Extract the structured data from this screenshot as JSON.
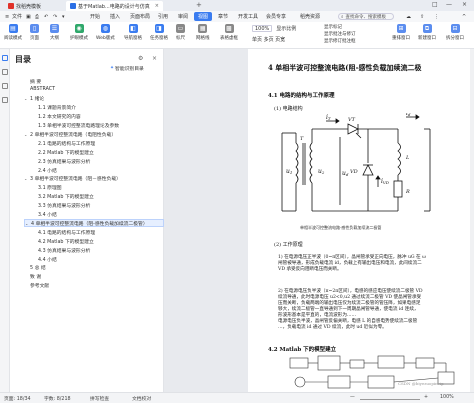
{
  "tabs": [
    {
      "label": "找稻壳模板",
      "icon_color": "#e0312a",
      "active": false
    },
    {
      "label": "基于Matlab...电路的设计与仿真",
      "icon_color": "#2b6fe5",
      "active": true
    }
  ],
  "window_controls": [
    "□",
    "—",
    "×"
  ],
  "menu": {
    "file": "文件",
    "items": [
      "开始",
      "插入",
      "页面布局",
      "引用",
      "审阅",
      "视图",
      "章节",
      "开发工具",
      "会员专享",
      "稻壳资源"
    ],
    "active": "视图",
    "search": "查找命令、搜索模板"
  },
  "toolbar": {
    "tools": [
      {
        "label": "阅读模式",
        "icon": "book-icon",
        "color": "#3a7cf0"
      },
      {
        "label": "页面",
        "icon": "page-icon",
        "color": "#5b8def"
      },
      {
        "label": "大纲",
        "icon": "outline-icon",
        "color": "#5b8def"
      },
      {
        "label": "护眼模式",
        "icon": "eye-icon",
        "color": "#2fa86b"
      },
      {
        "label": "Web版式",
        "icon": "web-icon",
        "color": "#3a7cf0"
      },
      {
        "label": "导航窗格",
        "icon": "nav-pane-icon",
        "color": "#3a7cf0"
      },
      {
        "label": "任务窗格",
        "icon": "task-pane-icon",
        "color": "#3a7cf0"
      },
      {
        "label": "标尺",
        "icon": "ruler-icon",
        "color": "#888888"
      },
      {
        "label": "网格线",
        "icon": "grid-icon",
        "color": "#888888"
      },
      {
        "label": "表格虚框",
        "icon": "table-frame-icon",
        "color": "#888888"
      }
    ],
    "zoom_value": "100%",
    "zoom_label": "显示比例",
    "zoom_sub": "单页  多页  页宽",
    "note_lines": [
      "显示标记",
      "显示批注与修订",
      "显示修订批注框"
    ],
    "extra": [
      "重排窗口",
      "新建窗口",
      "拆分窗口"
    ]
  },
  "toc": {
    "title": "目录",
    "smart_label": "智能识别目录",
    "items": [
      {
        "label": "摘 要",
        "level": 1,
        "arrow": false
      },
      {
        "label": "ABSTRACT",
        "level": 1,
        "arrow": false
      },
      {
        "label": "1  绪论",
        "level": 1,
        "arrow": true
      },
      {
        "label": "1.1  课题背景简介",
        "level": 2,
        "arrow": false
      },
      {
        "label": "1.2  本文研究的内容",
        "level": 2,
        "arrow": false
      },
      {
        "label": "1.3  单相半波可控整流电路理论及参数",
        "level": 2,
        "arrow": false
      },
      {
        "label": "2  单相半波可控整流电路（电阻性负载）",
        "level": 1,
        "arrow": true
      },
      {
        "label": "2.1  电路的结构与工作原理",
        "level": 2,
        "arrow": false
      },
      {
        "label": "2.2  Matlab 下的模型建立",
        "level": 2,
        "arrow": false
      },
      {
        "label": "2.3  仿真结果与波形分析",
        "level": 2,
        "arrow": false
      },
      {
        "label": "2.4  小结",
        "level": 2,
        "arrow": false
      },
      {
        "label": "3  单相半波可控整流电路（阻－感性负载）",
        "level": 1,
        "arrow": true
      },
      {
        "label": "3.1  原理图",
        "level": 2,
        "arrow": false
      },
      {
        "label": "3.2  Matlab 下的模型建立",
        "level": 2,
        "arrow": false
      },
      {
        "label": "3.3  仿真结果与波形分析",
        "level": 2,
        "arrow": false
      },
      {
        "label": "3.4  小结",
        "level": 2,
        "arrow": false
      },
      {
        "label": "4  单相半波可控整流电路（阻-感性负载加续流二极管）",
        "level": 1,
        "arrow": true,
        "selected": true
      },
      {
        "label": "4.1  电路的结构与工作原理",
        "level": 2,
        "arrow": false
      },
      {
        "label": "4.2  Matlab 下的模型建立",
        "level": 2,
        "arrow": false
      },
      {
        "label": "4.3  仿真结果与波形分析",
        "level": 2,
        "arrow": false
      },
      {
        "label": "4.4  小结",
        "level": 2,
        "arrow": false
      },
      {
        "label": "5  总  结",
        "level": 1,
        "arrow": false
      },
      {
        "label": "致  谢",
        "level": 1,
        "arrow": false
      },
      {
        "label": "参考文献",
        "level": 1,
        "arrow": false
      }
    ]
  },
  "document": {
    "title": "4  单相半波可控整流电路(阻-感性负载加续流二极",
    "section_41": "4.1  电路的结构与工作原理",
    "sub_1": "(1)  电路结构",
    "circuit_labels": {
      "it": "i",
      "it_sub": "T",
      "vt": "VT",
      "ud": "u",
      "ud_sub": "d",
      "id": "i",
      "id_sub": "d",
      "t": "T",
      "u1": "u",
      "u1_sub": "1",
      "u2": "u",
      "u2_sub": "2",
      "ivd": "i",
      "ivd_sub": "VD",
      "vd": "VD",
      "l": "L",
      "r": "R"
    },
    "figure_caption": "单相半波可控整流电路-感性负载加续流二极管",
    "sub_2": "(2)  工作原理",
    "para_1": [
      "1)  在电源电压正半波（0~π区间），晶闸管承受正向电压，脉冲 uG 在 ω",
      "    闸管被导通，形成负载电流 id，负载上有输出电压和电流，此间续流二",
      "    VD 承受反向阻断电压而关断。"
    ],
    "para_2": [
      "2)  在电源电压负半波（π~2π区间），电感的感应电压使续流二极管 VD",
      "    续流导通，此时电源电压 u2<0,u2 通过续流二极管 VD 使晶闸管承受",
      "    压而关断，负载两端的输出电压仅为续流二极管的管压降，如果电感足",
      "    够大，续流二极管一直导通到下一周期晶闸管导通，使电流 id 连续，",
      "    形波形基本是平直的，电流波形为……"
    ],
    "para_2b": [
      "    电源电压负半波，晶闸管反偏关断，电感 L 的自感电势使续流二极管",
      "    …，负载电流 id 通过 VD 续流，此时 ud 近似为零。"
    ],
    "section_42": "4.2 Matlab 下的模型建立",
    "watermark": "CSDN @biyezuopinvip"
  },
  "statusbar": {
    "page": "页面: 18/34",
    "words": "字数: 8/218",
    "spell": "拼写检查",
    "proof": "文档校对",
    "zoom": "100%",
    "zoom_minus": "—",
    "zoom_plus": "+"
  }
}
